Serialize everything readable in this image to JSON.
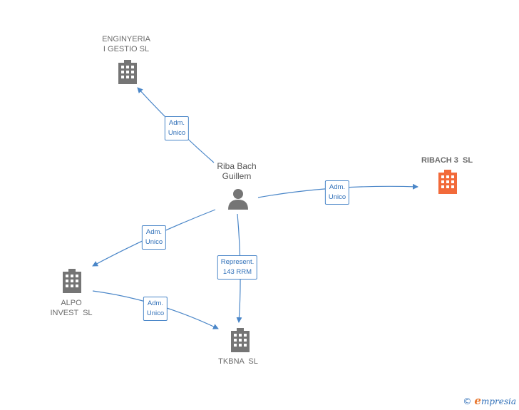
{
  "nodes": {
    "enginyeria": {
      "label": "ENGINYERIA\nI GESTIO SL",
      "icon": "building-icon",
      "color": "#757575"
    },
    "ribach3": {
      "label": "RIBACH 3  SL",
      "icon": "building-icon",
      "color": "#f26a3a"
    },
    "riba_bach": {
      "label": "Riba Bach\nGuillem",
      "icon": "person-icon",
      "color": "#757575"
    },
    "alpo": {
      "label": "ALPO\nINVEST  SL",
      "icon": "building-icon",
      "color": "#757575"
    },
    "tkbna": {
      "label": "TKBNA  SL",
      "icon": "building-icon",
      "color": "#757575"
    }
  },
  "edges": {
    "e1": {
      "label": "Adm.\nUnico"
    },
    "e2": {
      "label": "Adm.\nUnico"
    },
    "e3": {
      "label": "Adm.\nUnico"
    },
    "e4": {
      "label": "Represent.\n143 RRM"
    },
    "e5": {
      "label": "Adm.\nUnico"
    }
  },
  "colors": {
    "edge": "#4a86c8",
    "building": "#757575",
    "highlight": "#f26a3a"
  },
  "footer": {
    "copyright": "©",
    "brand_initial": "e",
    "brand_rest": "mpresia"
  }
}
